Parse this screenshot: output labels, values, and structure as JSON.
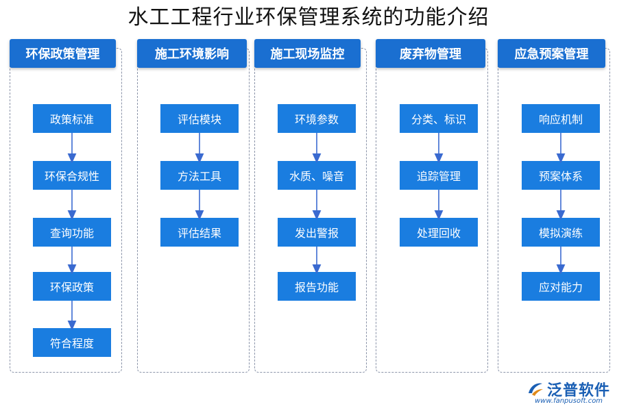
{
  "title": "水工工程行业环保管理系统的功能介绍",
  "columns": [
    {
      "header": "环保政策管理",
      "items": [
        "政策标准",
        "环保合规性",
        "查询功能",
        "环保政策",
        "符合程度"
      ]
    },
    {
      "header": "施工环境影响",
      "items": [
        "评估模块",
        "方法工具",
        "评估结果"
      ]
    },
    {
      "header": "施工现场监控",
      "items": [
        "环境参数",
        "水质、噪音",
        "发出警报",
        "报告功能"
      ]
    },
    {
      "header": "废弃物管理",
      "items": [
        "分类、标识",
        "追踪管理",
        "处理回收"
      ]
    },
    {
      "header": "应急预案管理",
      "items": [
        "响应机制",
        "预案体系",
        "模拟演练",
        "应对能力"
      ]
    }
  ],
  "logo": {
    "name": "泛普软件",
    "url": "www.fanpusoft.com"
  },
  "colors": {
    "header": "#1a6fd1",
    "node": "#1a7de0",
    "arrow": "#3a6ad0",
    "border": "#8a93a8"
  }
}
